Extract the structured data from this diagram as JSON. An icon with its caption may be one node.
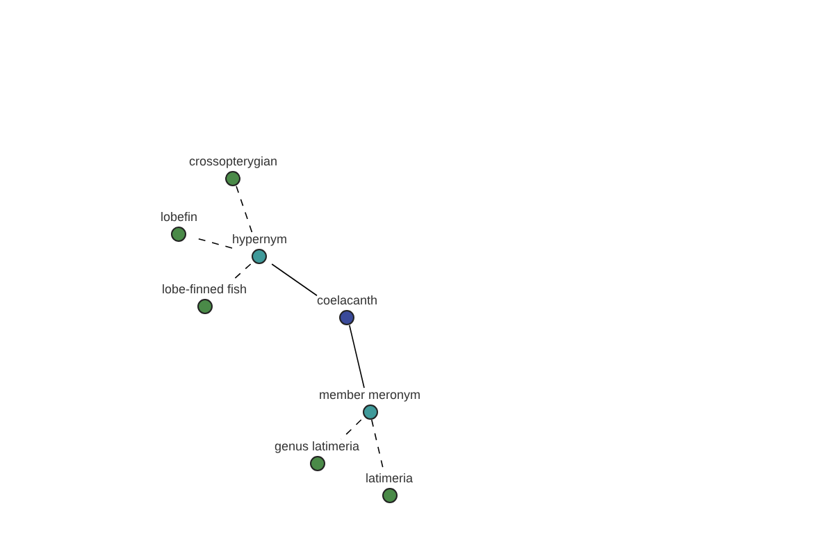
{
  "diagram": {
    "nodes": [
      {
        "text": [
          "crossopterygian"
        ]
      },
      {
        "text": [
          "lobefin"
        ]
      },
      {
        "text": [
          "hypernym"
        ]
      },
      {
        "text": [
          "lobe-finned fish"
        ]
      },
      {
        "text": [
          "coelacanth"
        ]
      },
      {
        "text": [
          "member meronym"
        ]
      },
      {
        "text": [
          "genus latimeria"
        ]
      },
      {
        "text": [
          "latimeria"
        ]
      }
    ],
    "edges": [
      {
        "from": 2,
        "to": 4,
        "arrow": "none"
      },
      {
        "from": 4,
        "to": 5,
        "arrow": "none"
      },
      {
        "from": 2,
        "to": 0,
        "arrow": "none",
        "style": "dashed"
      },
      {
        "from": 2,
        "to": 1,
        "arrow": "none",
        "style": "dashed"
      },
      {
        "from": 2,
        "to": 3,
        "arrow": "none",
        "style": "dashed"
      },
      {
        "from": 5,
        "to": 6,
        "arrow": "none",
        "style": "dashed"
      },
      {
        "from": 5,
        "to": 7,
        "arrow": "none",
        "style": "dashed"
      }
    ]
  }
}
